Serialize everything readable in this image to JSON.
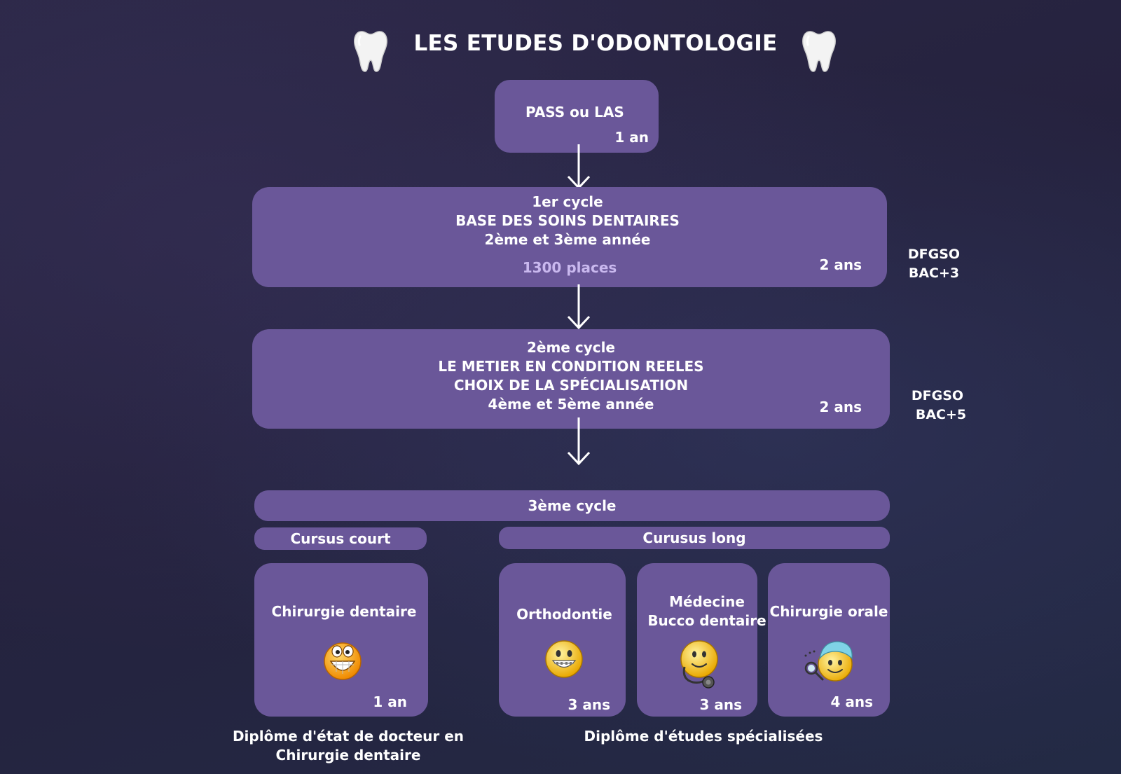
{
  "title": "LES ETUDES D'ODONTOLOGIE",
  "pass": {
    "label": "PASS ou LAS",
    "duration": "1 an"
  },
  "cycle1": {
    "lines": [
      "1er cycle",
      "BASE DES SOINS DENTAIRES",
      "2ème et 3ème année"
    ],
    "places": "1300 places",
    "duration": "2 ans",
    "side": [
      "DFGSO",
      "BAC+3"
    ]
  },
  "cycle2": {
    "lines": [
      "2ème cycle",
      "LE METIER EN CONDITION REELES",
      "CHOIX DE LA SPÉCIALISATION",
      "4ème et 5ème année"
    ],
    "duration": "2 ans",
    "side": [
      "DFGSO",
      "BAC+5"
    ]
  },
  "cycle3": {
    "label": "3ème cycle"
  },
  "short_track": {
    "label": "Cursus court"
  },
  "long_track": {
    "label": "Curusus long"
  },
  "cards": [
    {
      "title": "Chirurgie dentaire",
      "duration": "1 an",
      "icon": "grinning-emoji-icon"
    },
    {
      "title": "Orthodontie",
      "duration": "3 ans",
      "icon": "braces-smiley-icon"
    },
    {
      "title_lines": [
        "Médecine",
        "Bucco dentaire"
      ],
      "duration": "3 ans",
      "icon": "doctor-smiley-icon"
    },
    {
      "title": "Chirurgie orale",
      "duration": "4 ans",
      "icon": "surgeon-smiley-icon"
    }
  ],
  "captions": {
    "short": [
      "Diplôme d'état de docteur en",
      "Chirurgie dentaire"
    ],
    "long": "Diplôme d'études spécialisées"
  },
  "colors": {
    "box": "#6a5799",
    "places_text": "#c9b8ee",
    "background": "#27243f"
  }
}
